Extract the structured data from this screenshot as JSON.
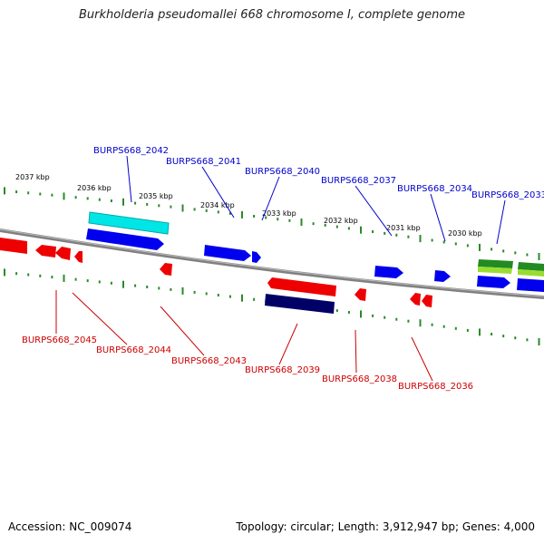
{
  "title": "Burkholderia pseudomallei 668 chromosome I, complete genome",
  "footer": {
    "accession": "Accession: NC_009074",
    "topology": "Topology: circular; Length: 3,912,947 bp; Genes: 4,000"
  },
  "colors": {
    "plus_strand": "#0000ee",
    "minus_strand": "#ee0000",
    "highlight_cyan": "#00e6e6",
    "dark_navy": "#000066",
    "rna_green": "#228b22",
    "rna_lightgreen": "#99dd33",
    "label_blue": "#0000cc",
    "label_red": "#cc0000",
    "backbone": "#808080",
    "tick": "#2a8a2a"
  },
  "kbp_labels": [
    "2037 kbp",
    "2036 kbp",
    "2035 kbp",
    "2034 kbp",
    "2033 kbp",
    "2032 kbp",
    "2031 kbp",
    "2030 kbp"
  ],
  "top_labels": [
    "BURPS668_2042",
    "BURPS668_2041",
    "BURPS668_2040",
    "BURPS668_2037",
    "BURPS668_2034",
    "BURPS668_2033"
  ],
  "bottom_labels": [
    "BURPS668_2045",
    "BURPS668_2044",
    "BURPS668_2043",
    "BURPS668_2039",
    "BURPS668_2038",
    "BURPS668_2036"
  ]
}
